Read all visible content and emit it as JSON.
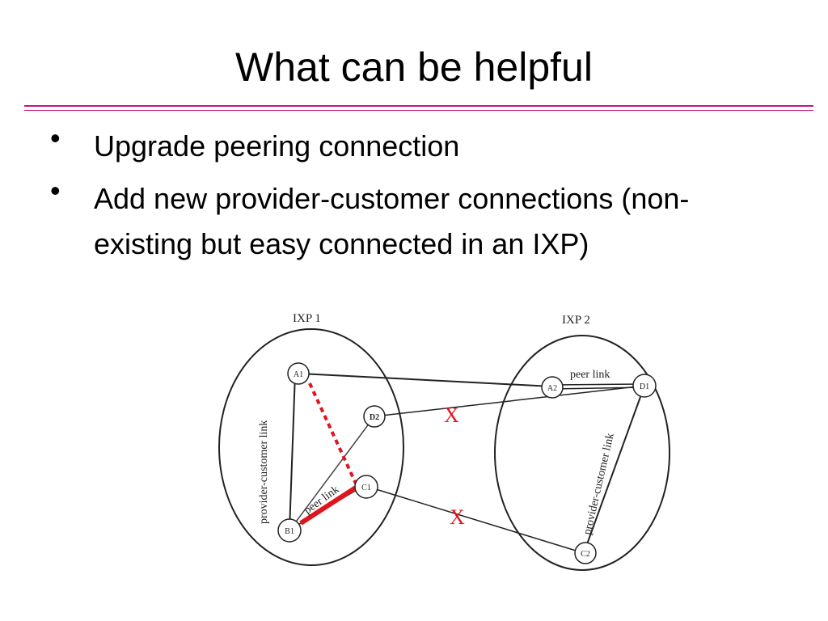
{
  "slide": {
    "title": "What can be helpful",
    "accent_color": "#c71585",
    "bullets": [
      {
        "marker": "•",
        "text": "Upgrade peering connection"
      },
      {
        "marker": "•",
        "text": "Add new provider-customer connections (non-existing but easy connected in an IXP)"
      }
    ]
  },
  "diagram": {
    "ixp_labels": [
      "IXP 1",
      "IXP 2"
    ],
    "nodes": [
      "A1",
      "D2",
      "C1",
      "B1",
      "A2",
      "D1",
      "C2"
    ],
    "link_labels": {
      "peer_left": "peer link",
      "peer_right": "peer link",
      "provider_customer_left": "provider-customer link",
      "provider_customer_right": "provider-customer link"
    },
    "cut_marks": [
      "X",
      "X"
    ],
    "highlight_color": "#e0141e"
  }
}
